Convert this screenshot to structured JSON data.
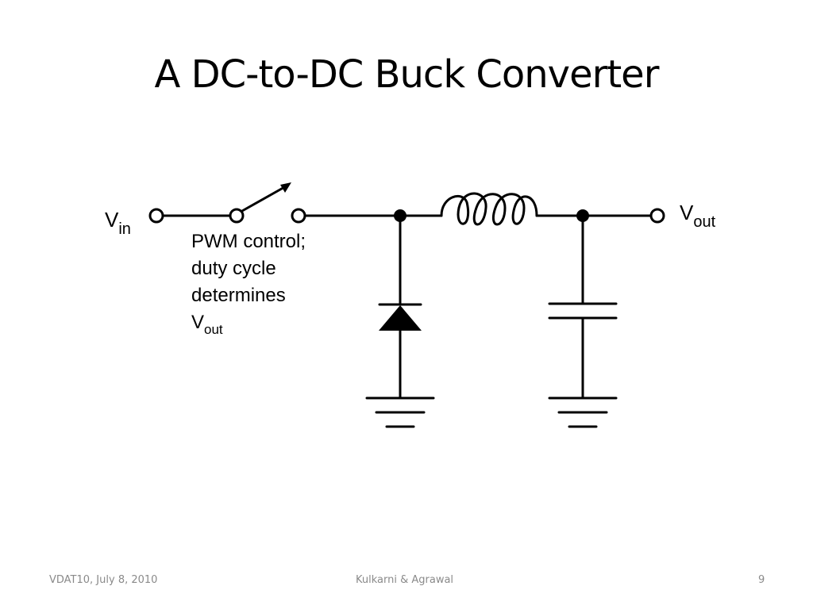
{
  "slide": {
    "title": "A DC-to-DC Buck Converter"
  },
  "diagram": {
    "vin": {
      "main": "V",
      "sub": "in"
    },
    "vout": {
      "main": "V",
      "sub": "out"
    },
    "annotation": {
      "line1": "PWM control;",
      "line2": "duty cycle",
      "line3": "determines",
      "line4_main": "V",
      "line4_sub": "out"
    }
  },
  "footer": {
    "left": "VDAT10, July 8, 2010",
    "center": "Kulkarni & Agrawal",
    "right": "9"
  },
  "colors": {
    "text": "#000000",
    "footer_text": "#8a8a8a",
    "background": "#ffffff"
  }
}
